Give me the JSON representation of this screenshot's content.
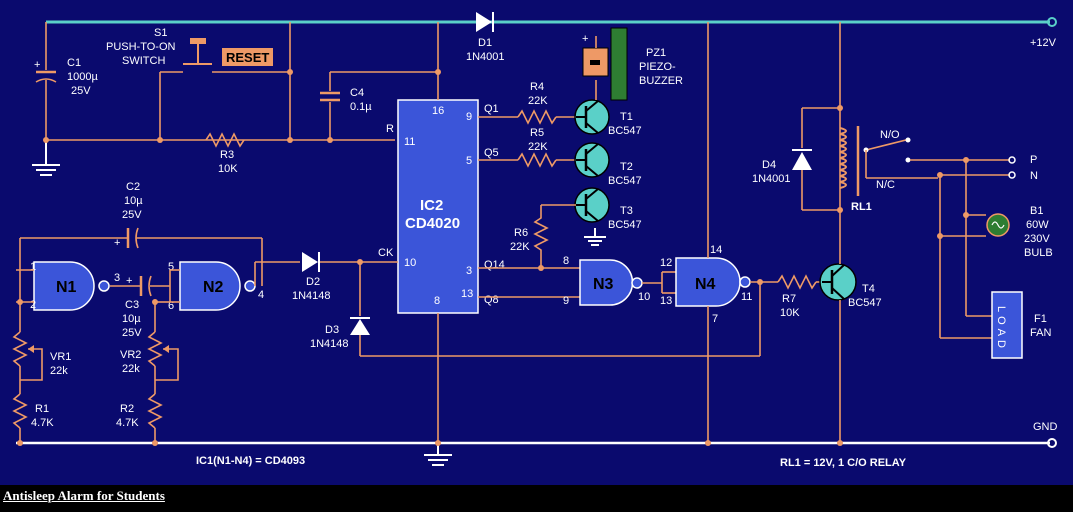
{
  "caption": "Antisleep Alarm for Students",
  "labels": {
    "vcc": "+12V",
    "gnd": "GND",
    "ic1_note": "IC1(N1-N4) = CD4093",
    "relay_note": "RL1 = 12V, 1 C/O RELAY"
  },
  "components": {
    "c1": {
      "ref": "C1",
      "value": "1000µ",
      "rating": "25V"
    },
    "s1": {
      "ref": "S1",
      "line1": "PUSH-TO-ON",
      "line2": "SWITCH",
      "button": "RESET"
    },
    "c4": {
      "ref": "C4",
      "value": "0.1µ"
    },
    "r3": {
      "ref": "R3",
      "value": "10K"
    },
    "d1": {
      "ref": "D1",
      "value": "1N4001"
    },
    "pz1": {
      "ref": "PZ1",
      "line1": "PIEZO-",
      "line2": "BUZZER"
    },
    "r4": {
      "ref": "R4",
      "value": "22K"
    },
    "r5": {
      "ref": "R5",
      "value": "22K"
    },
    "r6": {
      "ref": "R6",
      "value": "22K"
    },
    "t1": {
      "ref": "T1",
      "value": "BC547"
    },
    "t2": {
      "ref": "T2",
      "value": "BC547"
    },
    "t3": {
      "ref": "T3",
      "value": "BC547"
    },
    "t4": {
      "ref": "T4",
      "value": "BC547"
    },
    "ic2": {
      "ref": "IC2",
      "value": "CD4020"
    },
    "c2": {
      "ref": "C2",
      "value": "10µ",
      "rating": "25V"
    },
    "c3": {
      "ref": "C3",
      "value": "10µ",
      "rating": "25V"
    },
    "d2": {
      "ref": "D2",
      "value": "1N4148"
    },
    "d3": {
      "ref": "D3",
      "value": "1N4148"
    },
    "d4": {
      "ref": "D4",
      "value": "1N4001"
    },
    "vr1": {
      "ref": "VR1",
      "value": "22k"
    },
    "vr2": {
      "ref": "VR2",
      "value": "22k"
    },
    "r1": {
      "ref": "R1",
      "value": "4.7K"
    },
    "r2": {
      "ref": "R2",
      "value": "4.7K"
    },
    "r7": {
      "ref": "R7",
      "value": "10K"
    },
    "rl1": {
      "ref": "RL1",
      "no": "N/O",
      "nc": "N/C"
    },
    "b1": {
      "ref": "B1",
      "line1": "60W",
      "line2": "230V",
      "line3": "BULB"
    },
    "f1": {
      "ref": "F1",
      "value": "FAN",
      "box": "LOAD"
    },
    "n1": "N1",
    "n2": "N2",
    "n3": "N3",
    "n4": "N4",
    "mains_p": "P",
    "mains_n": "N"
  },
  "pins": {
    "ic2_16": "16",
    "ic2_11": "11",
    "ic2_10": "10",
    "ic2_8": "8",
    "ic2_9": "9",
    "ic2_5": "5",
    "ic2_3": "3",
    "ic2_13": "13",
    "q1": "Q1",
    "q5": "Q5",
    "q14": "Q14",
    "q8": "Q8",
    "r": "R",
    "ck": "CK",
    "n1_1": "1",
    "n1_2": "2",
    "n1_3": "3",
    "n2_5": "5",
    "n2_6": "6",
    "n2_4": "4",
    "n3_8": "8",
    "n3_9": "9",
    "n3_10": "10",
    "n4_12": "12",
    "n4_13": "13",
    "n4_11": "11",
    "n4_14": "14",
    "n4_7": "7"
  }
}
